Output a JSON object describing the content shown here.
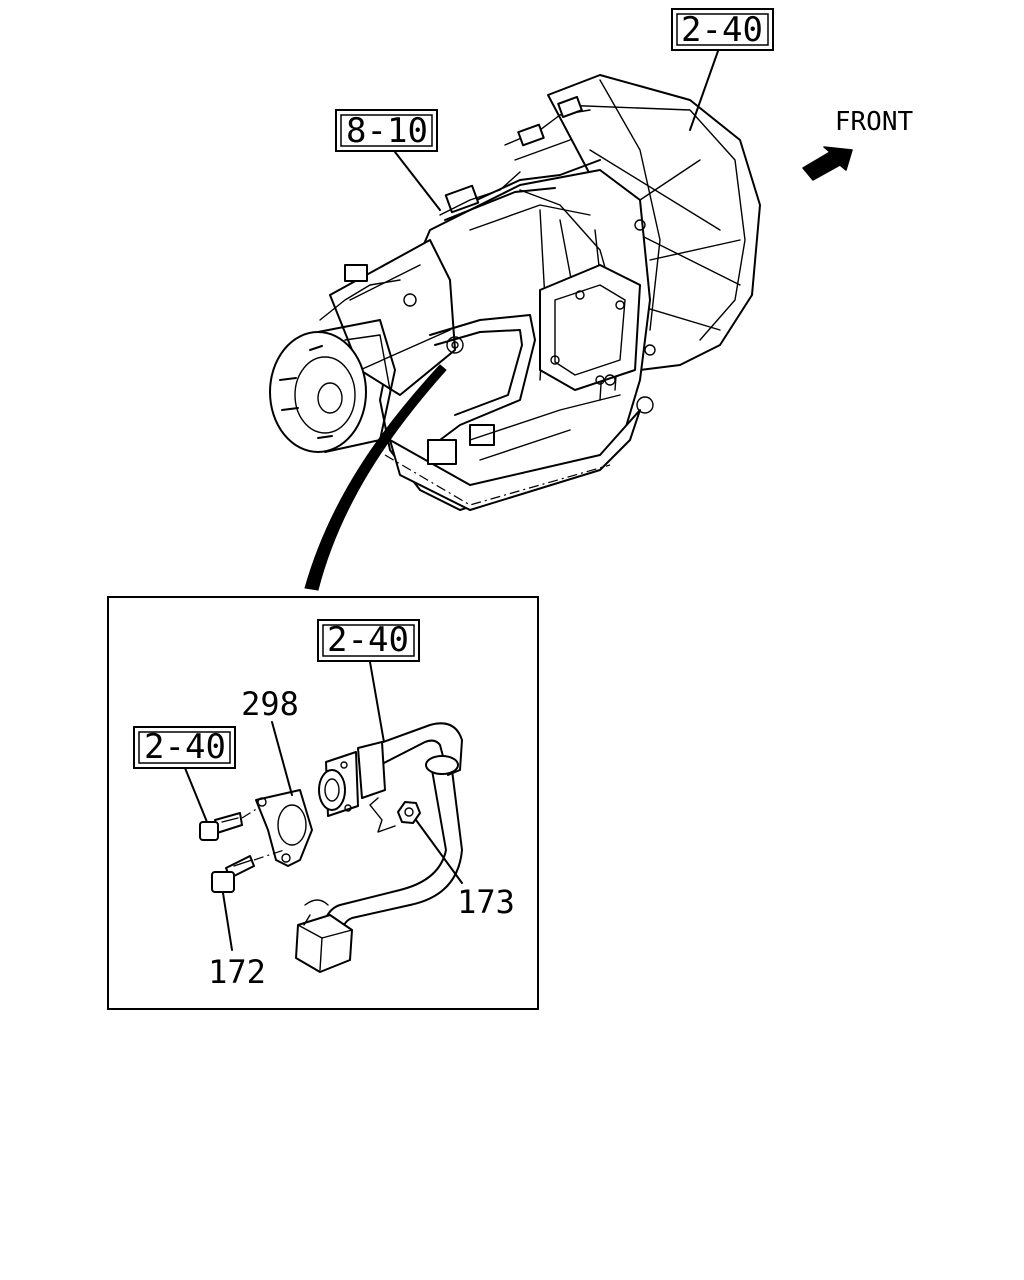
{
  "title": "",
  "references": {
    "bellhousing": "2-40",
    "wiring": "8-10",
    "hose": "2-40",
    "bolt": "2-40"
  },
  "parts": {
    "flange": "298",
    "nut": "173",
    "bolt": "172"
  },
  "direction": {
    "label": "FRONT",
    "icon": "arrow-icon"
  },
  "colors": {
    "line": "#000000",
    "background": "#ffffff"
  }
}
